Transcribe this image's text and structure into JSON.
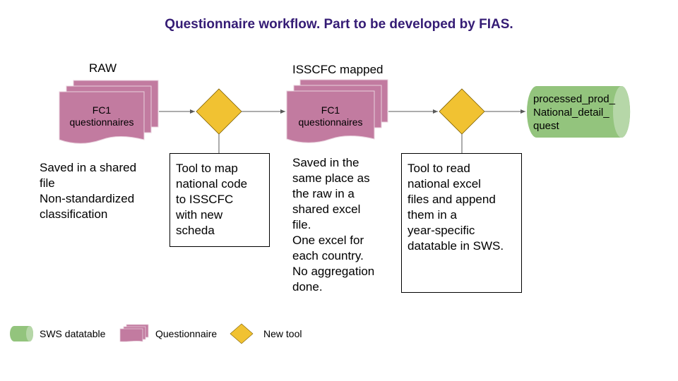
{
  "title": "Questionnaire workflow. Part to be developed by FIAS.",
  "colors": {
    "title": "#351c75",
    "questionnaire_fill": "#c27ba0",
    "tool_fill": "#f1c232",
    "datatable_fill": "#93c47d",
    "datatable_cap": "#b6d7a8",
    "connector": "#595959"
  },
  "stages": {
    "raw": {
      "heading": "RAW",
      "shape_line1": "FC1",
      "shape_line2": "questionnaires",
      "note_lines": [
        "Saved in a shared",
        "file",
        "Non-standardized",
        "classification"
      ]
    },
    "tool1": {
      "note_lines": [
        "Tool to map",
        "national code",
        "to ISSCFC",
        "with new",
        "scheda"
      ]
    },
    "mapped": {
      "heading": "ISSCFC mapped",
      "shape_line1": "FC1",
      "shape_line2": "questionnaires",
      "note_lines": [
        "Saved in the",
        "same place as",
        "the raw in a",
        "shared excel",
        "file.",
        "One excel for",
        "each country.",
        "No aggregation",
        "done."
      ]
    },
    "tool2": {
      "note_lines": [
        "Tool to read",
        "national excel",
        "files and append",
        "them in a",
        "year-specific",
        "datatable in SWS."
      ]
    },
    "output": {
      "lines": [
        "processed_prod_",
        "National_detail_",
        "quest"
      ]
    }
  },
  "legend": [
    {
      "icon": "datatable-cylinder-icon",
      "label": "SWS datatable"
    },
    {
      "icon": "questionnaire-stack-icon",
      "label": "Questionnaire"
    },
    {
      "icon": "tool-diamond-icon",
      "label": "New tool"
    }
  ]
}
